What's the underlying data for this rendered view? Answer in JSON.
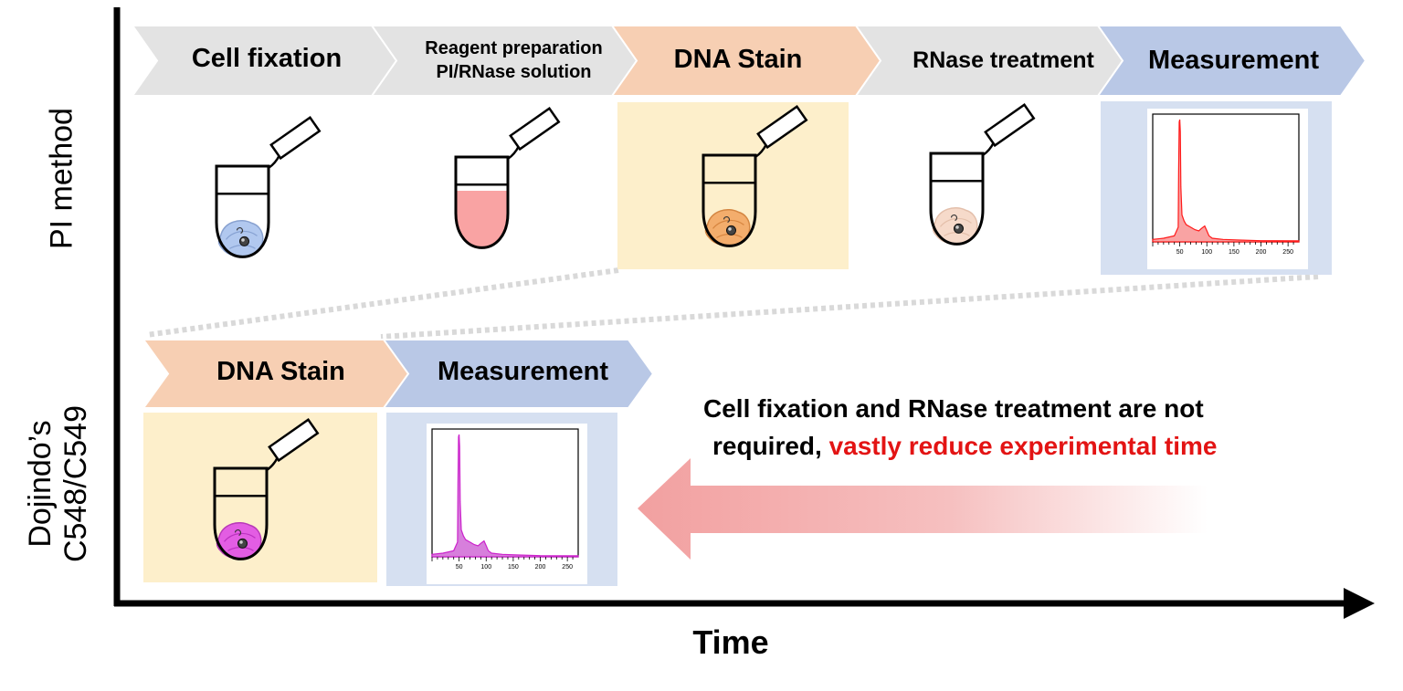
{
  "colors": {
    "gray_step": "#e3e3e3",
    "orange_step": "#f7cfb3",
    "blue_step": "#b9c8e6",
    "orange_panel": "#fdefcb",
    "blue_panel": "#d6e0f1",
    "pi_red": "#ff1a1a",
    "pi_fill": "#f9a3a3",
    "c548_magenta": "#cc22cc",
    "highlight_red": "#e31414"
  },
  "axes": {
    "y_top_label": "PI method",
    "y_bottom_label_line1": "Dojindo’s",
    "y_bottom_label_line2": "C548/C549",
    "x_label": "Time"
  },
  "pi_method": {
    "steps": [
      {
        "label": "Cell fixation",
        "color": "gray"
      },
      {
        "label": "Reagent preparation",
        "label2": "PI/RNase solution",
        "color": "gray"
      },
      {
        "label": "DNA Stain",
        "color": "orange"
      },
      {
        "label": "RNase treatment",
        "color": "gray"
      },
      {
        "label": "Measurement",
        "color": "blue"
      }
    ],
    "tube_icons": [
      "tube-with-cells-blue-icon",
      "tube-with-red-solution-icon",
      "tube-with-stained-cells-orange-icon",
      "tube-with-pale-cells-icon"
    ],
    "histogram": {
      "color": "pi_red",
      "ticks": [
        "50",
        "100",
        "150",
        "200",
        "250"
      ]
    }
  },
  "dojindo_method": {
    "steps": [
      {
        "label": "DNA Stain",
        "color": "orange"
      },
      {
        "label": "Measurement",
        "color": "blue"
      }
    ],
    "tube_icon": "tube-with-stained-cells-magenta-icon",
    "histogram": {
      "color": "c548_magenta",
      "ticks": [
        "50",
        "100",
        "150",
        "200",
        "250"
      ]
    }
  },
  "callout": {
    "line1": "Cell fixation and RNase treatment are not",
    "line2_plain": "required, ",
    "line2_highlight": "vastly reduce experimental time",
    "arrow_icon": "left-arrow-gradient-icon"
  }
}
